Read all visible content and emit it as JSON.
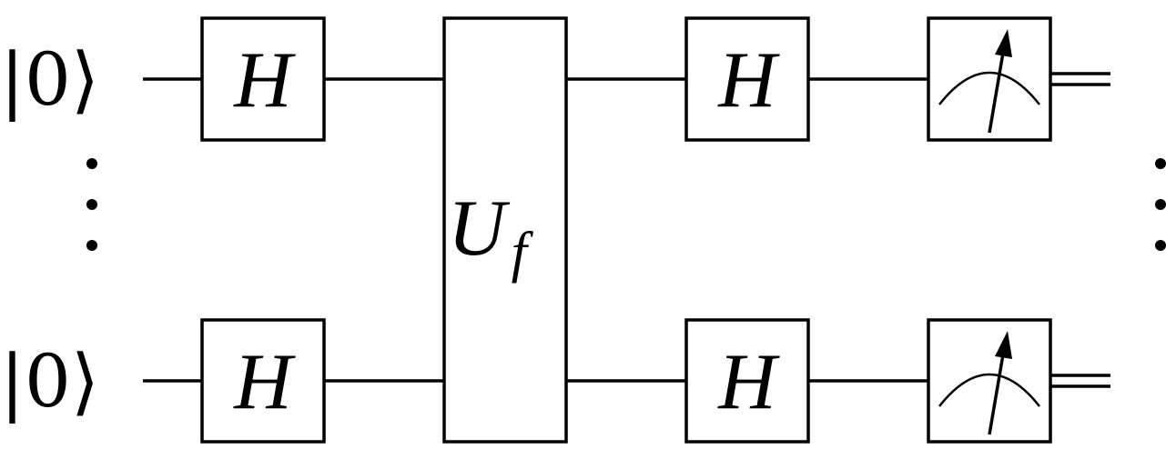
{
  "inputs": [
    {
      "ket": "|0⟩"
    },
    {
      "ket": "|0⟩"
    }
  ],
  "gates": {
    "hadamard_label": "H",
    "oracle_label": "U",
    "oracle_subscript": "f"
  },
  "icons": {
    "measurement": "measurement-meter-icon",
    "ellipsis": "vertical-ellipsis-icon"
  }
}
